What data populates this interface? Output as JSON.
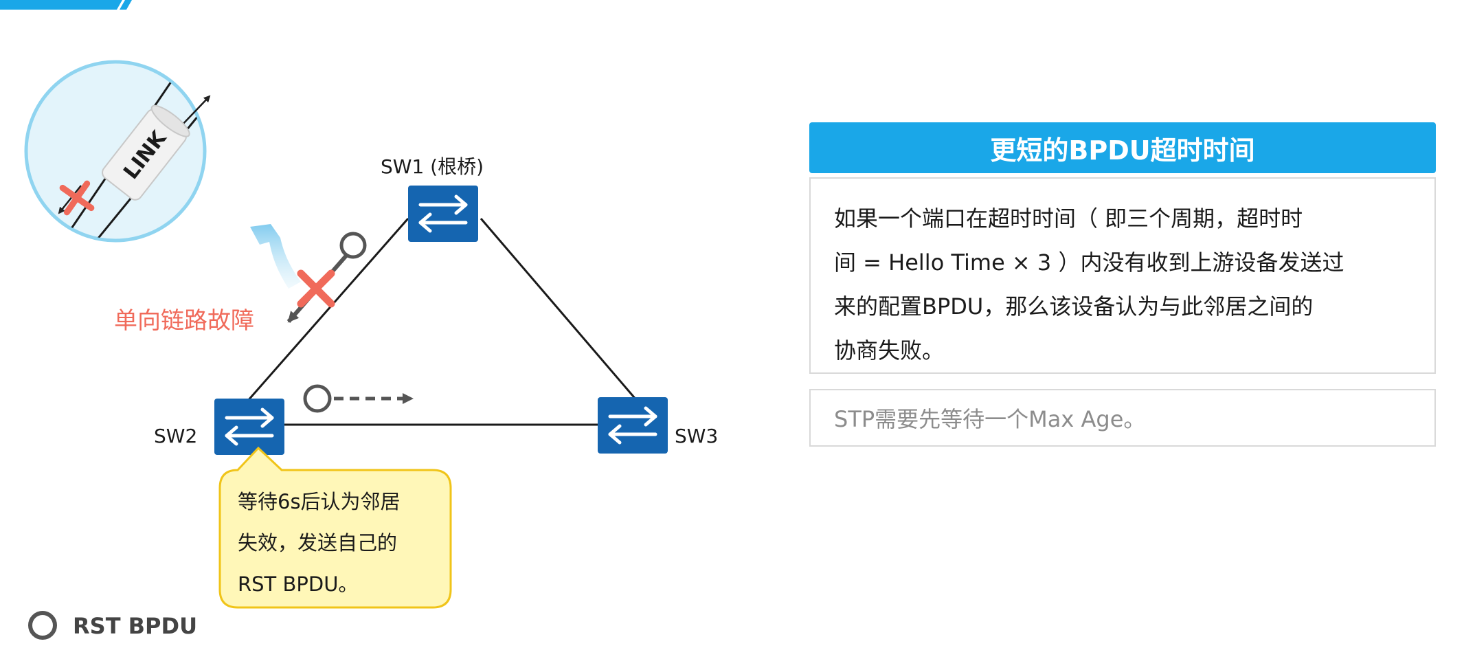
{
  "colors": {
    "accent_blue": "#1aa7e8",
    "switch_blue": "#1565b0",
    "fault_red": "#f06a5a",
    "callout_fill": "#fff7b8",
    "callout_border": "#f0c419",
    "magnifier_border": "#8fd4f0",
    "magnifier_fill": "#e3f4fb"
  },
  "icons": [
    "switch-icon",
    "fault-x-icon",
    "bpdu-circle-icon",
    "dashed-arrow-icon",
    "link-cable-icon"
  ],
  "diagram": {
    "sw1_label": "SW1 (根桥)",
    "sw2_label": "SW2",
    "sw3_label": "SW3",
    "fault_label": "单向链路故障",
    "cable_label": "LINK",
    "callout_lines": [
      "等待6s后认为邻居",
      "失效，发送自己的",
      "RST BPDU。"
    ],
    "legend_label": "RST BPDU"
  },
  "panel": {
    "title": "更短的BPDU超时时间",
    "body_lines": [
      "如果一个端口在超时时间（ 即三个周期，超时时",
      "间 = Hello  Time × 3 ）内没有收到上游设备发送过",
      "来的配置BPDU，那么该设备认为与此邻居之间的",
      "协商失败。"
    ],
    "note": "STP需要先等待一个Max  Age。"
  }
}
